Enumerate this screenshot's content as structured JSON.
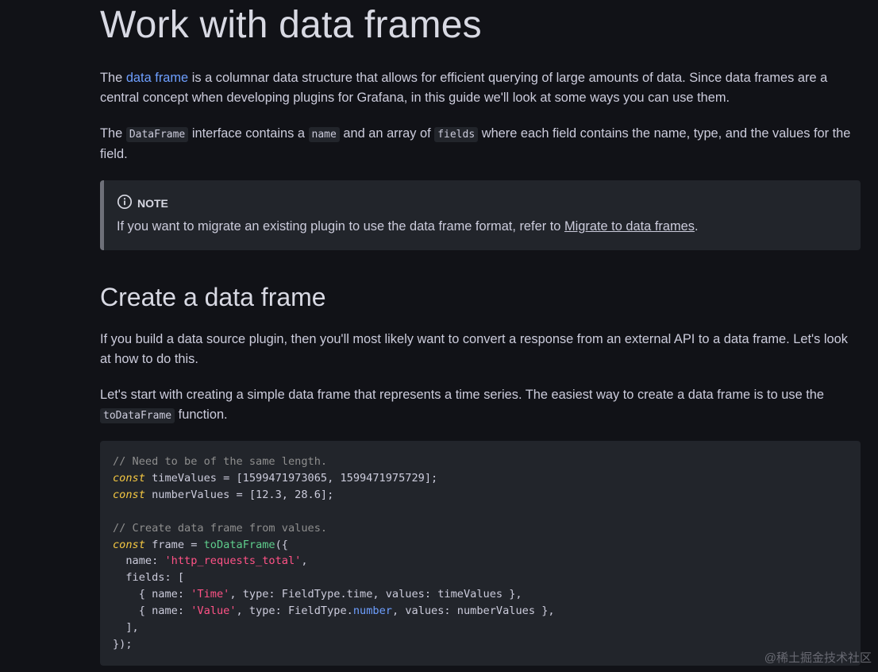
{
  "title": "Work with data frames",
  "intro": {
    "p1_before": "The ",
    "p1_link": "data frame",
    "p1_after": " is a columnar data structure that allows for efficient querying of large amounts of data. Since data frames are a central concept when developing plugins for Grafana, in this guide we'll look at some ways you can use them.",
    "p2_a": "The ",
    "p2_code1": "DataFrame",
    "p2_b": " interface contains a ",
    "p2_code2": "name",
    "p2_c": " and an array of ",
    "p2_code3": "fields",
    "p2_d": " where each field contains the name, type, and the values for the field."
  },
  "note": {
    "icon": "info-icon",
    "label": "NOTE",
    "text_before": "If you want to migrate an existing plugin to use the data frame format, refer to ",
    "link": "Migrate to data frames",
    "text_after": "."
  },
  "section": {
    "heading": "Create a data frame",
    "p1": "If you build a data source plugin, then you'll most likely want to convert a response from an external API to a data frame. Let's look at how to do this.",
    "p2_before": "Let's start with creating a simple data frame that represents a time series. The easiest way to create a data frame is to use the ",
    "p2_code": "toDataFrame",
    "p2_after": " function."
  },
  "code": {
    "comment1": "// Need to be of the same length.",
    "kw": "const",
    "line2_rest": " timeValues = [1599471973065, 1599471975729];",
    "line3_rest": " numberValues = [12.3, 28.6];",
    "comment2": "// Create data frame from values.",
    "line6_a": " frame = ",
    "fn": "toDataFrame",
    "line6_b": "({",
    "line7_a": "  name: ",
    "str_name": "'http_requests_total'",
    "line7_b": ",",
    "line8": "  fields: [",
    "line9_a": "    { name: ",
    "str_time": "'Time'",
    "line9_b": ", type: FieldType.time, values: timeValues },",
    "line10_a": "    { name: ",
    "str_value": "'Value'",
    "line10_b": ", type: FieldType.",
    "prop_number": "number",
    "line10_c": ", values: numberValues },",
    "line11": "  ],",
    "line12": "});"
  },
  "watermark": "@稀土掘金技术社区",
  "colors": {
    "background": "#111217",
    "link": "#6e9fff",
    "panel": "#22252b",
    "keyword": "#f5c842",
    "function": "#5ecd8c",
    "string": "#ff5286"
  }
}
